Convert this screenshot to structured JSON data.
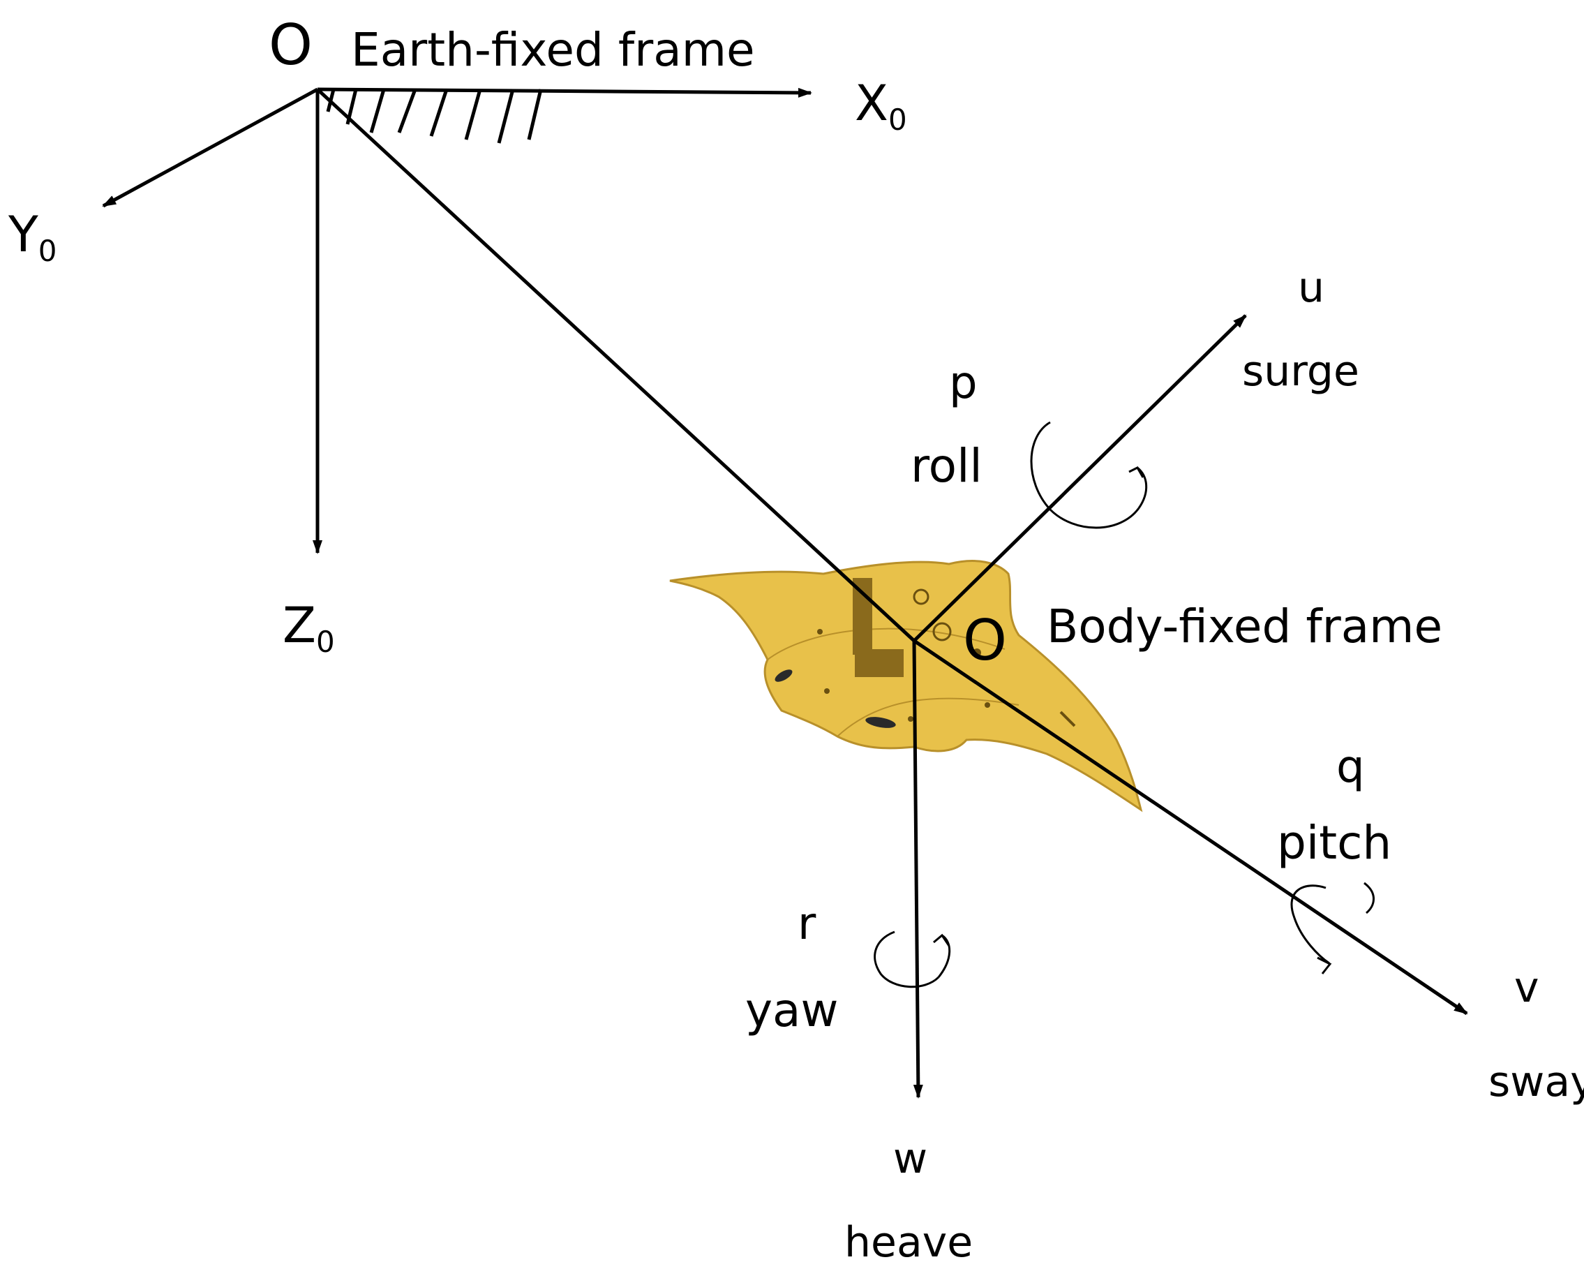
{
  "earth_frame": {
    "origin": "O",
    "title": "Earth-fixed frame",
    "x_axis": {
      "base": "X",
      "sub": "0"
    },
    "y_axis": {
      "base": "Y",
      "sub": "0"
    },
    "z_axis": {
      "base": "Z",
      "sub": "0"
    }
  },
  "body_frame": {
    "origin": "O",
    "title": "Body-fixed frame",
    "surge": {
      "symbol": "u",
      "name": "surge"
    },
    "sway": {
      "symbol": "v",
      "name": "sway"
    },
    "heave": {
      "symbol": "w",
      "name": "heave"
    },
    "roll": {
      "symbol": "p",
      "name": "roll"
    },
    "pitch": {
      "symbol": "q",
      "name": "pitch"
    },
    "yaw": {
      "symbol": "r",
      "name": "yaw"
    }
  },
  "colors": {
    "line": "#000000",
    "body": "#e8c14a",
    "body_edge": "#b8902a",
    "background": "#ffffff"
  }
}
